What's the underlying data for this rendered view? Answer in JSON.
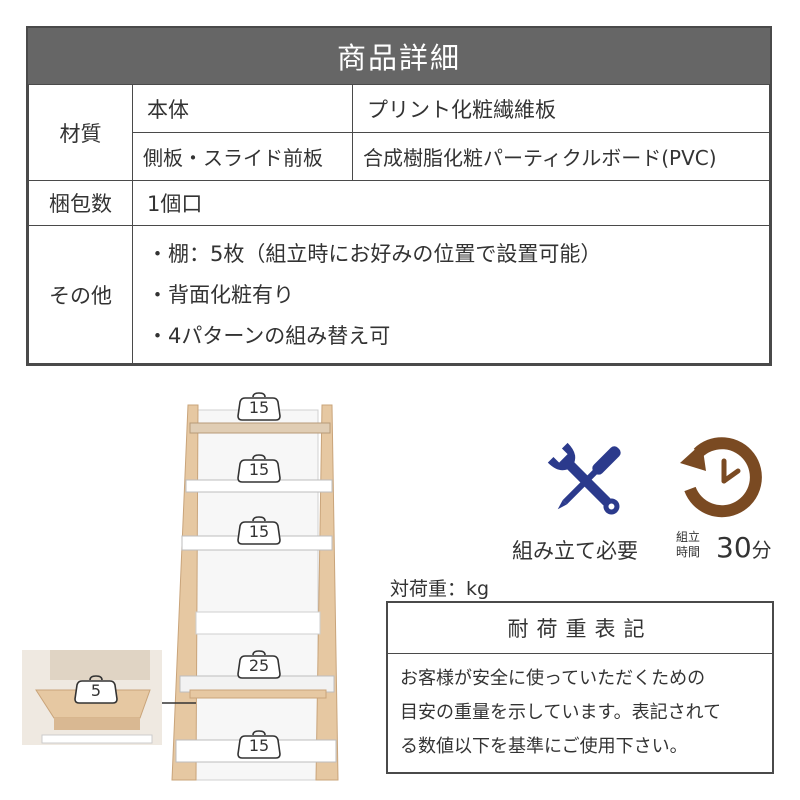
{
  "spec_table": {
    "title": "商品詳細",
    "material_label": "材質",
    "material_rows": [
      {
        "part": "本体",
        "value": "プリント化粧繊維板"
      },
      {
        "part": "側板・スライド前板",
        "value": "合成樹脂化粧パーティクルボード(PVC)"
      }
    ],
    "package_label": "梱包数",
    "package_value": "1個口",
    "other_label": "その他",
    "other_items": [
      "・棚：5枚（組立時にお好みの位置で設置可能）",
      "・背面化粧有り",
      "・4パターンの組み替え可"
    ]
  },
  "shelf_weights": [
    "15",
    "15",
    "15",
    "25",
    "15"
  ],
  "slide_weight": "5",
  "assembly": {
    "label": "組み立て必要",
    "time_caption": "組立時間",
    "time_number": "30",
    "time_unit": "分"
  },
  "load": {
    "unit_label": "対荷重：kg",
    "title": "耐荷重表記",
    "lines": [
      "お客様が安全に使っていただくための",
      "目安の重量を示しています。表記されて",
      "る数値以下を基準にご使用下さい。"
    ]
  },
  "colors": {
    "header_bg": "#666666",
    "border": "#4a4a4a",
    "wood": "#e6c8a2",
    "tool_blue": "#2b3a8c",
    "clock_brown": "#7a4a22"
  }
}
